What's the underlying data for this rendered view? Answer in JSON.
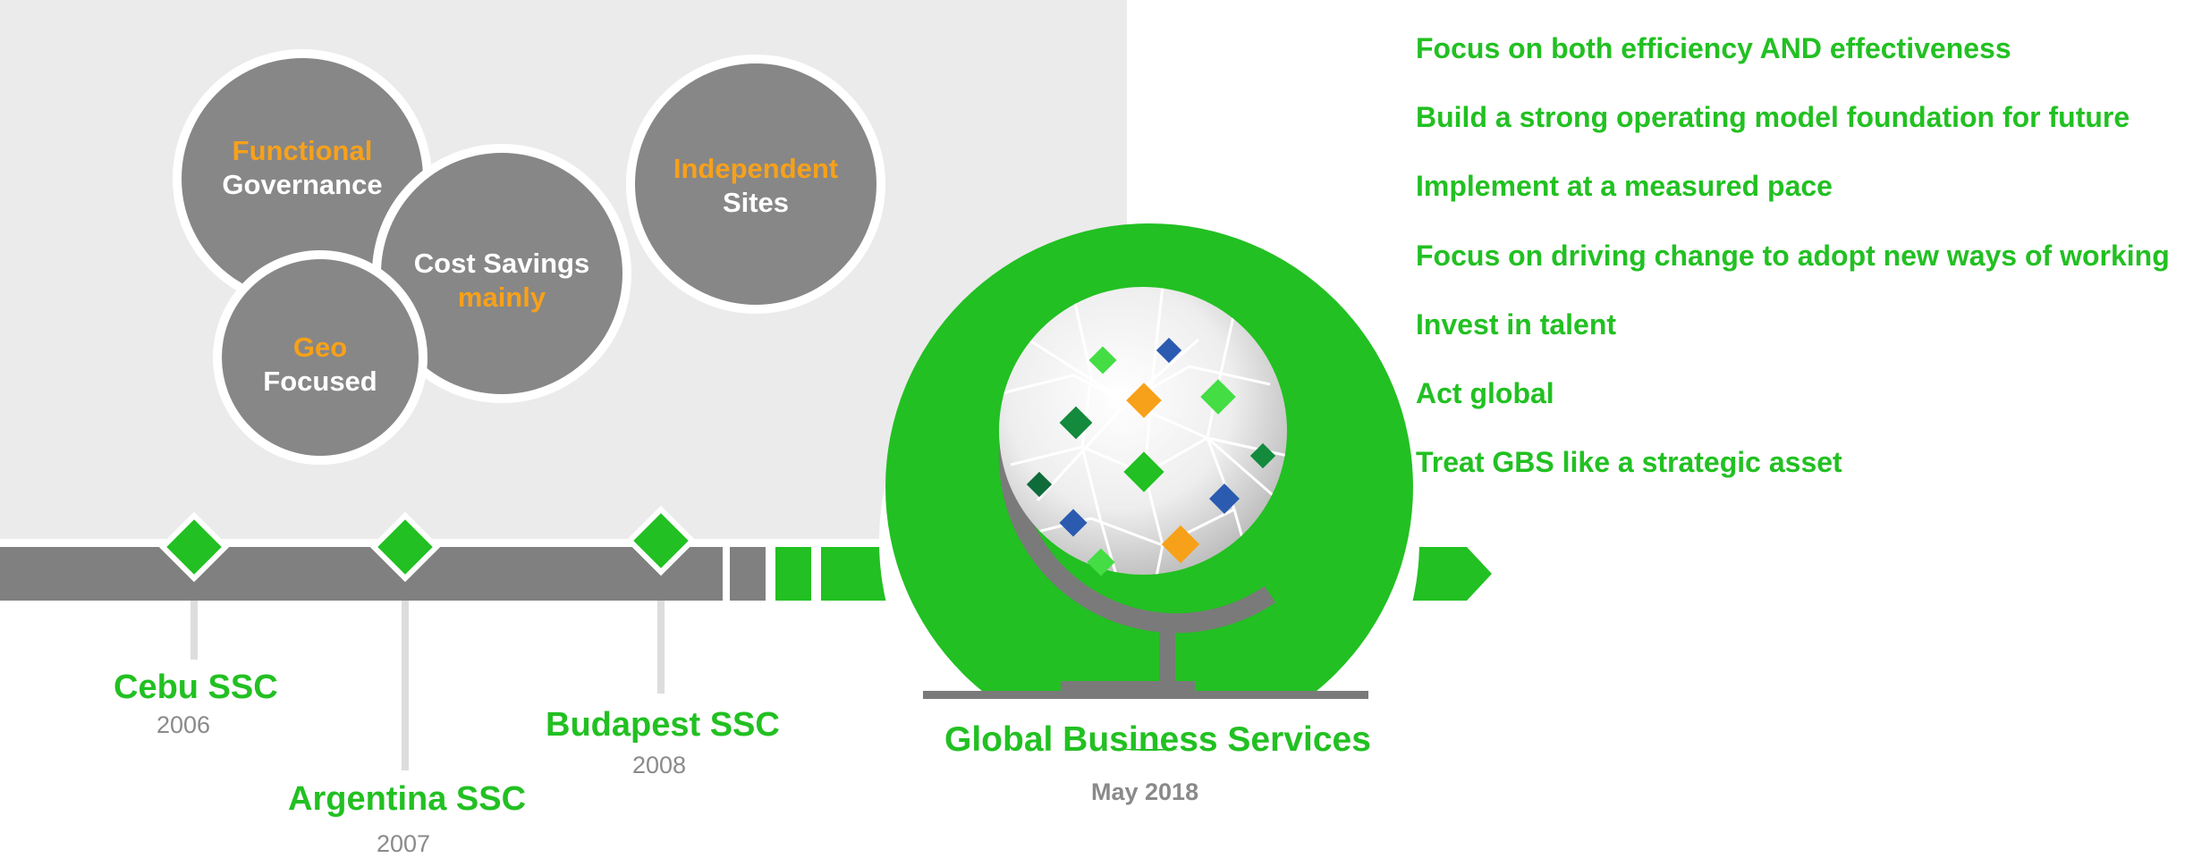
{
  "colors": {
    "green": "#22c022",
    "gray": "#808080",
    "orange": "#f7a11a",
    "panel": "#ebebeb"
  },
  "bubbles": [
    {
      "accent": "Functional",
      "main": "Governance"
    },
    {
      "accent": "Independent",
      "main": "Sites"
    },
    {
      "accent": "mainly",
      "main": "Cost Savings"
    },
    {
      "accent": "Geo",
      "main": "Focused"
    }
  ],
  "timeline": [
    {
      "name": "Cebu SSC",
      "year": "2006"
    },
    {
      "name": "Argentina SSC",
      "year": "2007"
    },
    {
      "name": "Budapest SSC",
      "year": "2008"
    }
  ],
  "gbs": {
    "title": "Global Business Services",
    "date": "May 2018",
    "icon": "globe-icon"
  },
  "points": [
    "Focus on both efficiency AND effectiveness",
    "Build a strong operating model foundation for future",
    "Implement at a measured pace",
    "Focus on driving change to adopt new ways of working",
    "Invest in talent",
    "Act global",
    "Treat GBS like a strategic asset"
  ]
}
